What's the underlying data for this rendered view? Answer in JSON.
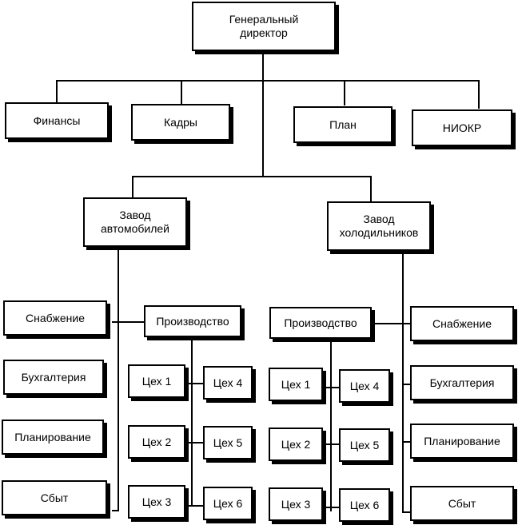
{
  "diagram": {
    "type": "org-chart",
    "ceo": {
      "label": "Генеральный\nдиректор"
    },
    "staff_departments": [
      {
        "label": "Финансы"
      },
      {
        "label": "Кадры"
      },
      {
        "label": "План"
      },
      {
        "label": "НИОКР"
      }
    ],
    "plants": [
      {
        "label": "Завод\nавтомобилей",
        "production": {
          "label": "Производство"
        },
        "workshops": [
          "Цех 1",
          "Цех 2",
          "Цех 3",
          "Цех 4",
          "Цех 5",
          "Цех 6"
        ],
        "departments": [
          "Снабжение",
          "Бухгалтерия",
          "Планирование",
          "Сбыт"
        ]
      },
      {
        "label": "Завод\nхолодильников",
        "production": {
          "label": "Производство"
        },
        "workshops": [
          "Цех 1",
          "Цех 2",
          "Цех 3",
          "Цех 4",
          "Цех 5",
          "Цех 6"
        ],
        "departments": [
          "Снабжение",
          "Бухгалтерия",
          "Планирование",
          "Сбыт"
        ]
      }
    ]
  }
}
